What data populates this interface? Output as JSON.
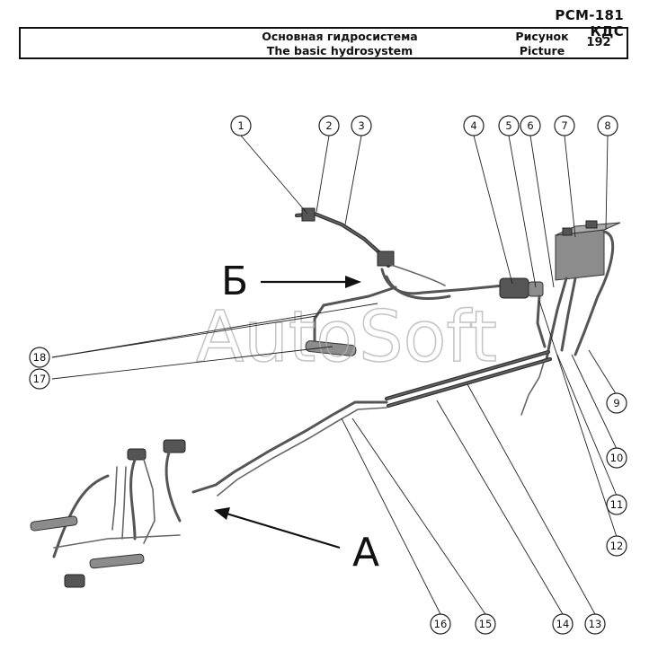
{
  "header": {
    "model": "РСМ-181 КДС",
    "title_ru": "Основная гидросистема",
    "title_en": "The basic hydrosystem",
    "figure_label_ru": "Рисунок",
    "figure_label_en": "Picture",
    "figure_number": "192"
  },
  "watermark": "AutoSoft",
  "views": {
    "view_a": "А",
    "view_b": "Б"
  },
  "callouts": [
    "1",
    "2",
    "3",
    "4",
    "5",
    "6",
    "7",
    "8",
    "9",
    "10",
    "11",
    "12",
    "13",
    "14",
    "15",
    "16",
    "17",
    "18"
  ]
}
